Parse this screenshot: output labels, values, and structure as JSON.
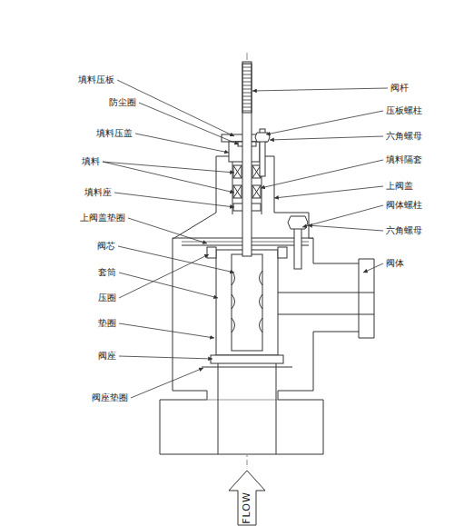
{
  "diagram": {
    "labels": [
      "填料压板",
      "防尘圈",
      "填料压盖",
      "填料",
      "填料座",
      "上阀盖垫圈",
      "阀芯",
      "套筒",
      "压圈",
      "垫圈",
      "阀座",
      "阀座垫圈",
      "阀杆",
      "压板螺柱",
      "六角螺母",
      "填料隔套",
      "上阀盖",
      "阀体螺柱",
      "六角螺母",
      "阀体",
      "FLOW"
    ]
  }
}
